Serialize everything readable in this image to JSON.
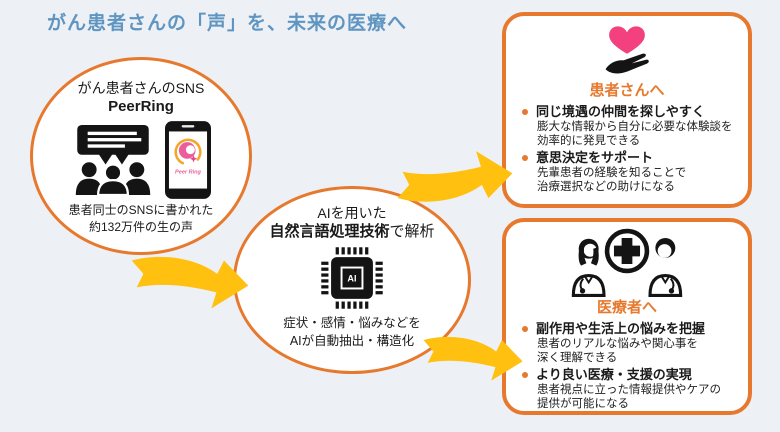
{
  "title": "がん患者さんの「声」を、未来の医療へ",
  "colors": {
    "background": "#EDF1F6",
    "accent_orange": "#E7792E",
    "arrow_gold": "#FFC010",
    "title_blue": "#5F95C0",
    "heart_pink": "#F2417E",
    "logo_pink": "#EC5E9B",
    "icon_black": "#141414"
  },
  "icons": {
    "community_chat": "community-chat-icon",
    "peerring_app": "peerring-app-icon",
    "ai_chip": "ai-chip-icon",
    "heart_hand": "heart-hand-icon",
    "medical_team": "medical-team-icon",
    "flow_arrow": "curved-arrow-icon"
  },
  "source_node": {
    "line1": "がん患者さんのSNS",
    "line2": "PeerRing",
    "logo_text": "Peer Ring",
    "caption_line1": "患者同士のSNSに書かれた",
    "caption_line2": "約132万件の生の声"
  },
  "process_node": {
    "line1": "AIを用いた",
    "line2_bold": "自然言語処理技術",
    "line2_rest": "で解析",
    "chip_label": "AI",
    "caption_line1": "症状・感情・悩みなどを",
    "caption_line2": "AIが自動抽出・構造化"
  },
  "patients_box": {
    "heading": "患者さんへ",
    "items": [
      {
        "title": "同じ境遇の仲間を探しやすく",
        "desc_line1": "膨大な情報から自分に必要な体験談を",
        "desc_line2": "効率的に発見できる"
      },
      {
        "title": "意思決定をサポート",
        "desc_line1": "先輩患者の経験を知ることで",
        "desc_line2": "治療選択などの助けになる"
      }
    ]
  },
  "providers_box": {
    "heading": "医療者へ",
    "items": [
      {
        "title": "副作用や生活上の悩みを把握",
        "desc_line1": "患者のリアルな悩みや関心事を",
        "desc_line2": "深く理解できる"
      },
      {
        "title": "より良い医療・支援の実現",
        "desc_line1": "患者視点に立った情報提供やケアの",
        "desc_line2": "提供が可能になる"
      }
    ]
  }
}
